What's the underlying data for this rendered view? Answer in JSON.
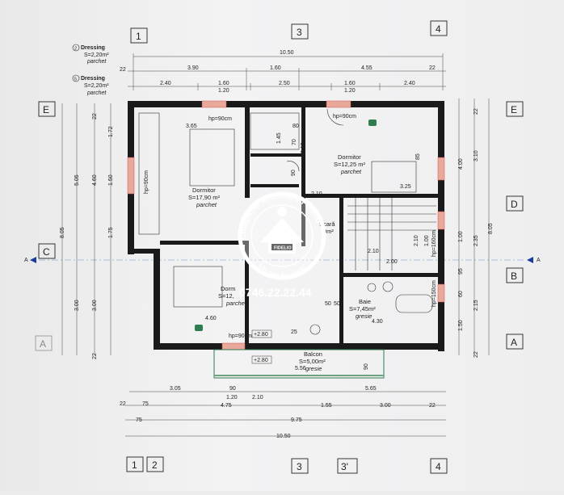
{
  "grid": {
    "top_labels": [
      "1",
      "3",
      "4"
    ],
    "bottom_labels": [
      "1",
      "2",
      "3",
      "3'",
      "4"
    ],
    "left_labels": [
      "E",
      "C",
      "A"
    ],
    "right_labels": [
      "E",
      "D",
      "B",
      "A"
    ],
    "section_mark": "A"
  },
  "notes": {
    "dressing1_title": "Dressing",
    "dressing1_num": "2",
    "dressing1_area": "S=2,20m²",
    "dressing1_floor": "parchet",
    "dressing2_title": "Dressing",
    "dressing2_num": "5",
    "dressing2_area": "S=2,20m²",
    "dressing2_floor": "parchet"
  },
  "top_dims": {
    "total": "10.50",
    "row2": [
      "22",
      "3.90",
      "1.60",
      "4.55",
      "22"
    ],
    "row3": [
      "2.40",
      "1.60",
      "2.50",
      "1.60",
      "2.40"
    ],
    "row3b": [
      "1.20",
      "1.20"
    ]
  },
  "bottom_dims": {
    "row1": [
      "3.05",
      "90",
      "1.20",
      "2.10",
      "5.65"
    ],
    "row2": [
      "22",
      "75",
      "4.75",
      "1.55",
      "3.00",
      "22"
    ],
    "row3": [
      "75",
      "9.75"
    ],
    "total": "10.50"
  },
  "left_dims": [
    "8.05",
    "5.05",
    "4.60",
    "1.50",
    "1.75",
    "3.00",
    "3.00",
    "1.72",
    "22",
    "22"
  ],
  "right_dims": [
    "8.05",
    "4.00",
    "3.10",
    "2.35",
    "1.00",
    "2.15",
    "1.50",
    "22",
    "22",
    "95",
    "60"
  ],
  "rooms": {
    "dormitor1_name": "Dormitor",
    "dormitor1_area": "S=17,90 m²",
    "dormitor1_floor": "parchet",
    "dormitor2_name": "Dormitor",
    "dormitor2_area": "S=12,25 m²",
    "dormitor2_floor": "parchet",
    "dormitor3_name": "Dorm",
    "dormitor3_area": "S=12,",
    "dormitor3_floor": "parchet",
    "scara_name": "Scară",
    "scara_area": "0m²",
    "baie_name": "Baie",
    "baie_area": "S=7,45m²",
    "baie_floor": "gresie",
    "balcon_name": "Balcon",
    "balcon_area": "S=5,00m²",
    "balcon_floor": "gresie"
  },
  "annotations": {
    "hp1": "hp=90cm",
    "hp2": "hp=90cm",
    "hp3": "hp=90cm",
    "hp4": "hp=160cm",
    "hp5": "hp=150cm",
    "hp6": "hp=90cm",
    "level1": "+2.80",
    "level2": "+2.80",
    "misc": [
      "3.65",
      "3.25",
      "4.60",
      "5.56",
      "4.30",
      "1.45",
      "2.10",
      "2.10",
      "2.10",
      "2.00",
      "70",
      "80",
      "90",
      "50",
      "25",
      "90",
      "50",
      "85",
      "2.10",
      "1.00"
    ]
  },
  "watermark": {
    "ring_text": "Compania Imobiliară Fidelio",
    "slogan": "Un pas în viață!",
    "badge": "FIDELIO",
    "phone": "0746.22.22.44"
  }
}
